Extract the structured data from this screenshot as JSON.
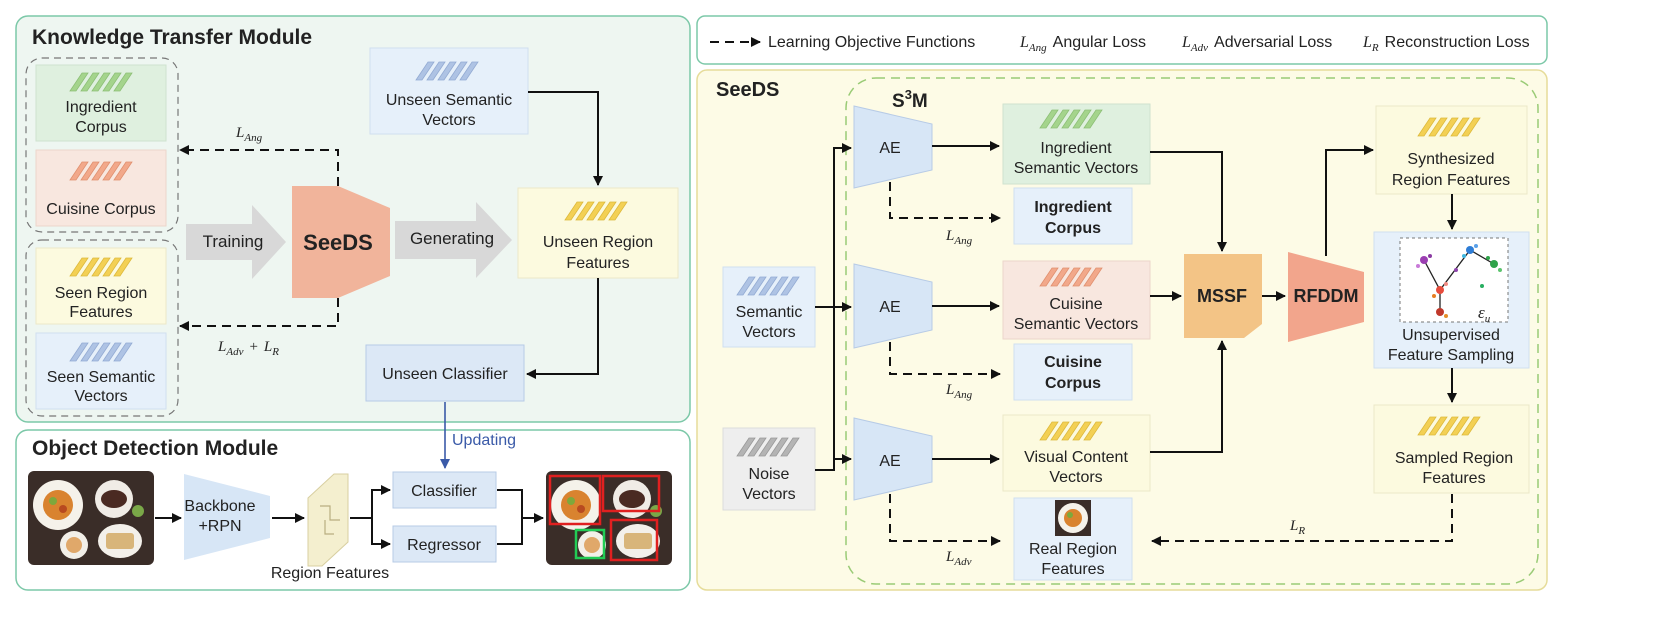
{
  "modules": {
    "knowledge_transfer": {
      "title": "Knowledge Transfer Module"
    },
    "object_detection": {
      "title": "Object Detection Module"
    },
    "seeds": {
      "title": "SeeDS",
      "s3m_base": "S",
      "s3m_sup": "3",
      "s3m_tail": "M"
    }
  },
  "legend": {
    "learning_objective": "Learning Objective Functions",
    "angular": {
      "sym": "L",
      "sub": "Ang",
      "text": "Angular Loss"
    },
    "adversarial": {
      "sym": "L",
      "sub": "Adv",
      "text": "Adversarial Loss"
    },
    "reconstruction": {
      "sym": "L",
      "sub": "R",
      "text": "Reconstruction Loss"
    }
  },
  "ktm": {
    "ingredient_corpus": [
      "Ingredient",
      "Corpus"
    ],
    "cuisine_corpus": "Cuisine Corpus",
    "seen_region_features": [
      "Seen Region",
      "Features"
    ],
    "seen_semantic_vectors": [
      "Seen Semantic",
      "Vectors"
    ],
    "training": "Training",
    "seeds": "SeeDS",
    "generating": "Generating",
    "unseen_semantic_vectors": [
      "Unseen Semantic",
      "Vectors"
    ],
    "unseen_region_features": [
      "Unseen Region",
      "Features"
    ],
    "unseen_classifier": "Unseen Classifier",
    "loss_ang": {
      "sym": "L",
      "sub": "Ang"
    },
    "loss_adv_r": {
      "sym": "L",
      "sub": "Adv",
      "plus": "+",
      "sym2": "L",
      "sub2": "R"
    }
  },
  "odm": {
    "backbone": [
      "Backbone",
      "+RPN"
    ],
    "region_features": "Region Features",
    "classifier": "Classifier",
    "regressor": "Regressor",
    "updating": "Updating"
  },
  "seeds": {
    "semantic_vectors": [
      "Semantic",
      "Vectors"
    ],
    "noise_vectors": [
      "Noise",
      "Vectors"
    ],
    "ae": "AE",
    "ingredient_semantic_vectors": [
      "Ingredient",
      "Semantic Vectors"
    ],
    "ingredient_corpus": [
      "Ingredient",
      "Corpus"
    ],
    "cuisine_semantic_vectors": [
      "Cuisine",
      "Semantic Vectors"
    ],
    "cuisine_corpus": [
      "Cuisine",
      "Corpus"
    ],
    "visual_content_vectors": [
      "Visual Content",
      "Vectors"
    ],
    "real_region_features": [
      "Real Region",
      "Features"
    ],
    "mssf": "MSSF",
    "rfddm": "RFDDM",
    "synthesized_region_features": [
      "Synthesized",
      "Region Features"
    ],
    "unsupervised_feature_sampling": [
      "Unsupervised",
      "Feature Sampling"
    ],
    "epsilon_u": "ε",
    "epsilon_sub": "u",
    "sampled_region_features": [
      "Sampled Region",
      "Features"
    ],
    "loss_ang_1": {
      "sym": "L",
      "sub": "Ang"
    },
    "loss_ang_2": {
      "sym": "L",
      "sub": "Ang"
    },
    "loss_adv": {
      "sym": "L",
      "sub": "Adv"
    },
    "loss_r": {
      "sym": "L",
      "sub": "R"
    }
  },
  "colors": {
    "ktm_bg": "#eef6f1",
    "ktm_border": "#7cc8a8",
    "seeds_bg": "#fdfbe6",
    "seeds_border": "#e6dc9a",
    "green_box": "#dff0df",
    "pink_box": "#f8e7df",
    "yellow_box": "#fcfadf",
    "blue_box": "#e6f0fa",
    "gray_box": "#eeeeee",
    "seeds_trap": "#f1b49b",
    "mssf": "#f3c486",
    "rfddm": "#f2a58c",
    "ae": "#d7e6f6",
    "arrow_gray": "#d8d8d8",
    "updating": "#3a5aa8"
  }
}
